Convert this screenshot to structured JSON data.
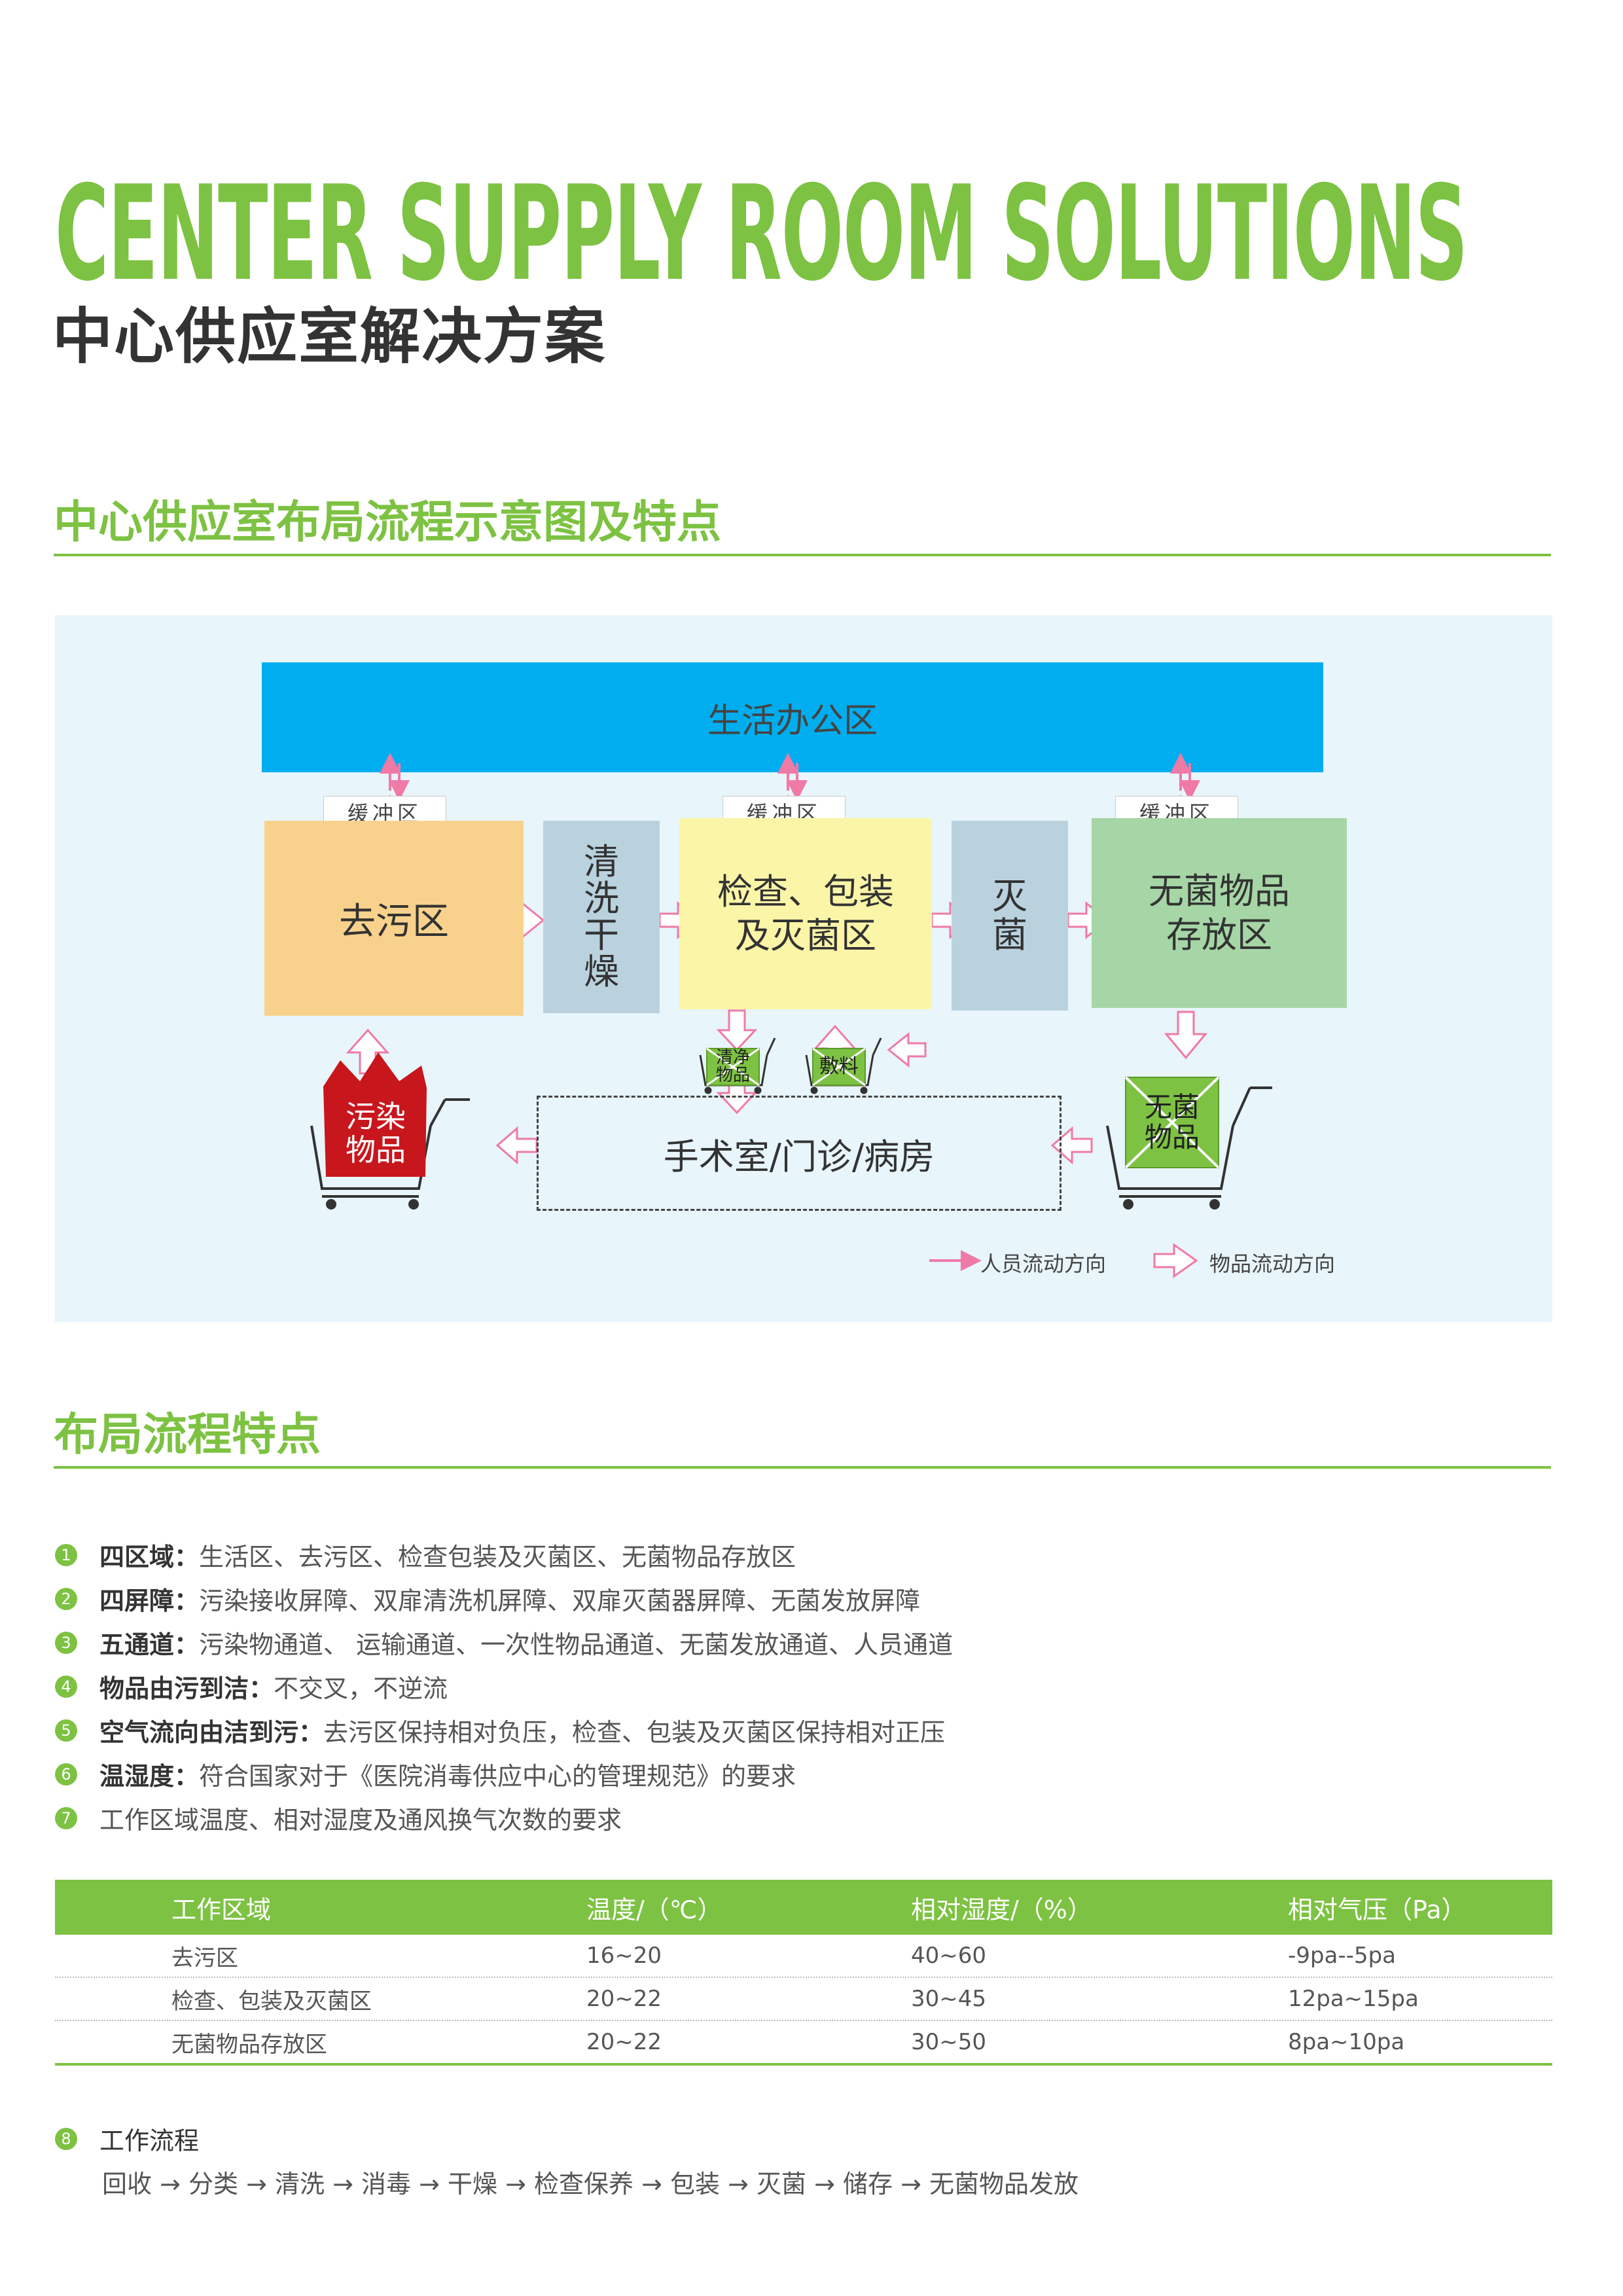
{
  "header": {
    "title_en": "CENTER SUPPLY ROOM SOLUTIONS",
    "title_cn": "中心供应室解决方案"
  },
  "section1": {
    "heading": "中心供应室布局流程示意图及特点"
  },
  "diagram": {
    "living_area": "生活办公区",
    "buffer_label": "缓冲区",
    "decon_area": "去污区",
    "wash_dry": [
      "清",
      "洗",
      "干",
      "燥"
    ],
    "check_pack": [
      "检查、包装",
      "及灭菌区"
    ],
    "sterilize": [
      "灭",
      "菌"
    ],
    "sterile_store": [
      "无菌物品",
      "存放区"
    ],
    "clean_items": [
      "清净",
      "物品"
    ],
    "dressing": "敷料",
    "contaminated": [
      "污染",
      "物品"
    ],
    "sterile_items": [
      "无菌",
      "物品"
    ],
    "surgery": "手术室/门诊/病房",
    "legend_person": "人员流动方向",
    "legend_goods": "物品流动方向",
    "colors": {
      "living": "#00aeef",
      "decon": "#f8d28c",
      "wash": "#b9d2de",
      "check": "#fbf5a8",
      "store": "#a6d6a6",
      "arrow_pink": "#ef7aa6",
      "contaminated": "#c8161d",
      "goods_green": "#7dc242"
    }
  },
  "section2": {
    "heading": "布局流程特点"
  },
  "features": [
    {
      "num": "1",
      "bold": "四区域：",
      "text": "生活区、去污区、检查包装及灭菌区、无菌物品存放区"
    },
    {
      "num": "2",
      "bold": "四屏障：",
      "text": "污染接收屏障、双扉清洗机屏障、双扉灭菌器屏障、无菌发放屏障"
    },
    {
      "num": "3",
      "bold": "五通道：",
      "text": "污染物通道、 运输通道、一次性物品通道、无菌发放通道、人员通道"
    },
    {
      "num": "4",
      "bold": "物品由污到洁：",
      "text": "不交叉，不逆流"
    },
    {
      "num": "5",
      "bold": "空气流向由洁到污：",
      "text": "去污区保持相对负压，检查、包装及灭菌区保持相对正压"
    },
    {
      "num": "6",
      "bold": "温湿度：",
      "text": "符合国家对于《医院消毒供应中心的管理规范》的要求"
    },
    {
      "num": "7",
      "bold": "",
      "text": "工作区域温度、相对湿度及通风换气次数的要求"
    }
  ],
  "table": {
    "headers": [
      "工作区域",
      "温度/（℃）",
      "相对湿度/（%）",
      "相对气压（Pa）"
    ],
    "rows": [
      [
        "去污区",
        "16~20",
        "40~60",
        "-9pa--5pa"
      ],
      [
        "检查、包装及灭菌区",
        "20~22",
        "30~45",
        "12pa~15pa"
      ],
      [
        "无菌物品存放区",
        "20~22",
        "30~50",
        "8pa~10pa"
      ]
    ]
  },
  "workflow": {
    "num": "8",
    "title": "工作流程",
    "steps": "回收 → 分类 → 清洗 → 消毒 → 干燥 → 检查保养 → 包装 → 灭菌 → 储存 → 无菌物品发放"
  }
}
